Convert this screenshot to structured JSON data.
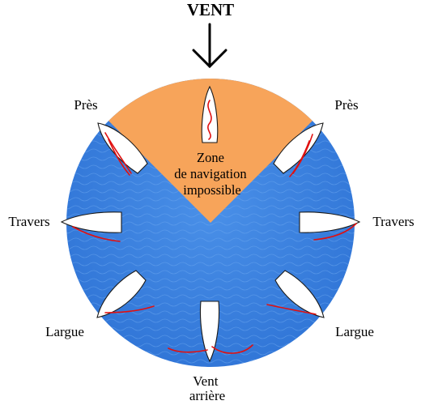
{
  "diagram": {
    "wind_label": "VENT",
    "zone_label_lines": [
      "Zone",
      "de navigation",
      "impossible"
    ],
    "points_of_sail": {
      "pres_left": "Près",
      "pres_right": "Près",
      "travers_left": "Travers",
      "travers_right": "Travers",
      "largue_left": "Largue",
      "largue_right": "Largue",
      "vent_arriere_lines": [
        "Vent",
        "arrière"
      ]
    },
    "colors": {
      "sea": "#3b82e0",
      "no_go_zone": "#f7a45a",
      "sail": "#e01010",
      "hull": "#ffffff"
    }
  }
}
